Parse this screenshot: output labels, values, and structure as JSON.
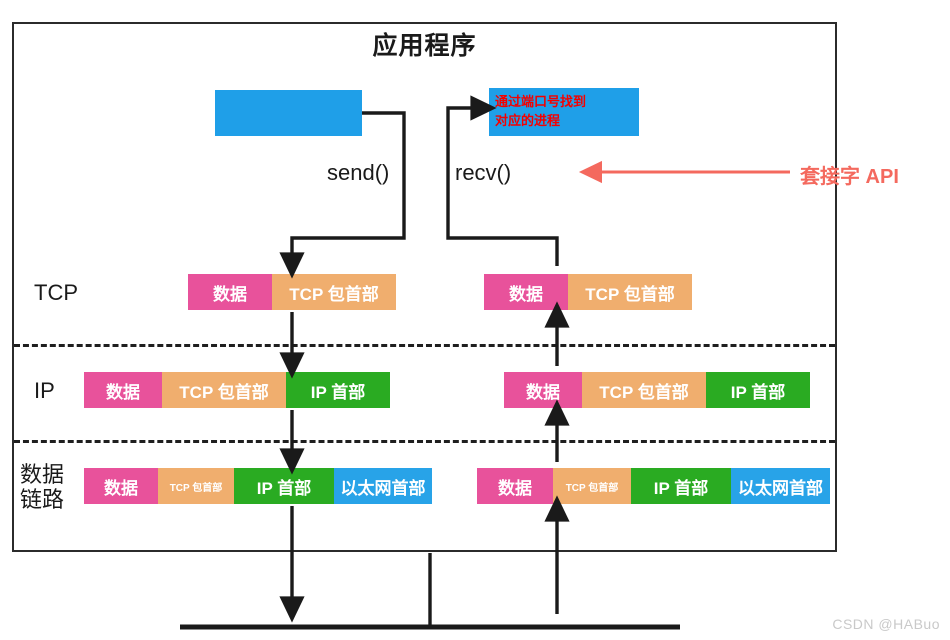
{
  "title": "应用程序",
  "layers": {
    "tcp_label": "TCP",
    "ip_label": "IP",
    "link_label": "数据\n链路"
  },
  "calls": {
    "send": "send()",
    "recv": "recv()"
  },
  "callout": {
    "text": "通过端口号找到\n对应的进程"
  },
  "api_note": {
    "label": "套接字 API"
  },
  "segments": {
    "data": "数据",
    "tcp_header": "TCP 包首部",
    "ip_header": "IP 首部",
    "eth_header": "以太网首部"
  },
  "stacks": {
    "send_tcp": [
      "数据",
      "TCP 包首部"
    ],
    "send_ip": [
      "数据",
      "TCP 包首部",
      "IP 首部"
    ],
    "send_link": [
      "数据",
      "TCP 包首部",
      "IP 首部",
      "以太网首部"
    ],
    "recv_tcp": [
      "数据",
      "TCP 包首部"
    ],
    "recv_ip": [
      "数据",
      "TCP 包首部",
      "IP 首部"
    ],
    "recv_link": [
      "数据",
      "TCP 包首部",
      "IP 首部",
      "以太网首部"
    ]
  },
  "colors": {
    "data": "#e8529b",
    "tcp_header": "#f0ae6e",
    "ip_header": "#2aab22",
    "eth_header": "#28a3e8",
    "app_blue": "#1f9fe8",
    "callout_text": "#f40000",
    "api_note": "#f4695e",
    "outline": "#2b2b2b"
  },
  "watermark": "CSDN @HABuo"
}
